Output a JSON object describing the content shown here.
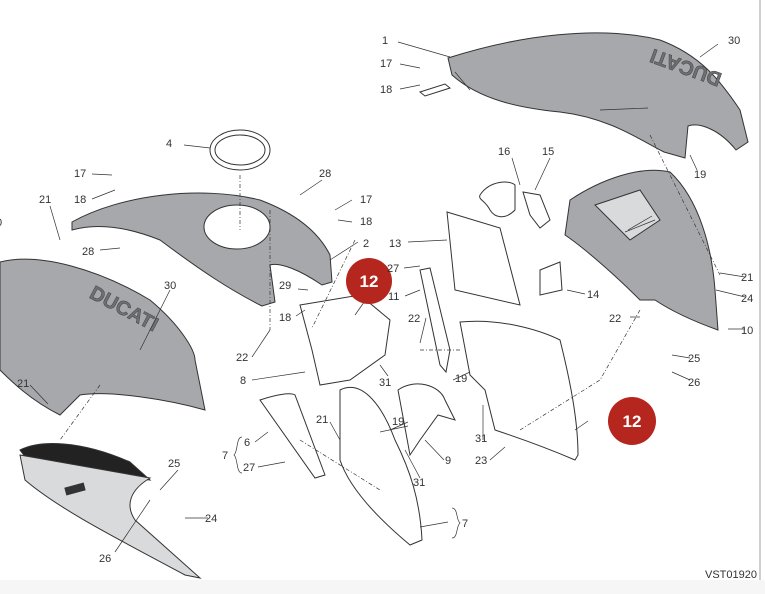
{
  "diagram": {
    "code": "VST01920",
    "badges": [
      "12",
      "12"
    ],
    "logo_text": "DUCATI",
    "accent_color": "#b5261e",
    "labels": {
      "p1": "1",
      "p2": "2",
      "p4": "4",
      "p6": "6",
      "p7a": "7",
      "p7b": "7",
      "p8": "8",
      "p9": "9",
      "p10": "10",
      "p11": "11",
      "p13": "13",
      "p14": "14",
      "p15": "15",
      "p16": "16",
      "p17a": "17",
      "p17b": "17",
      "p17c": "17",
      "p18a": "18",
      "p18b": "18",
      "p18c": "18",
      "p18d": "18",
      "p19a": "19",
      "p19b": "19",
      "p19c": "19",
      "p21a": "21",
      "p21b": "21",
      "p21c": "21",
      "p21d": "21",
      "p22a": "22",
      "p22b": "22",
      "p22c": "22",
      "p23": "23",
      "p24a": "24",
      "p24b": "24",
      "p25a": "25",
      "p25b": "25",
      "p26a": "26",
      "p26b": "26",
      "p27a": "27",
      "p27b": "27",
      "p28a": "28",
      "p28b": "28",
      "p29": "29",
      "p30a": "30",
      "p30b": "30",
      "p31a": "31",
      "p31b": "31",
      "p31c": "31",
      "p0": "0"
    }
  }
}
